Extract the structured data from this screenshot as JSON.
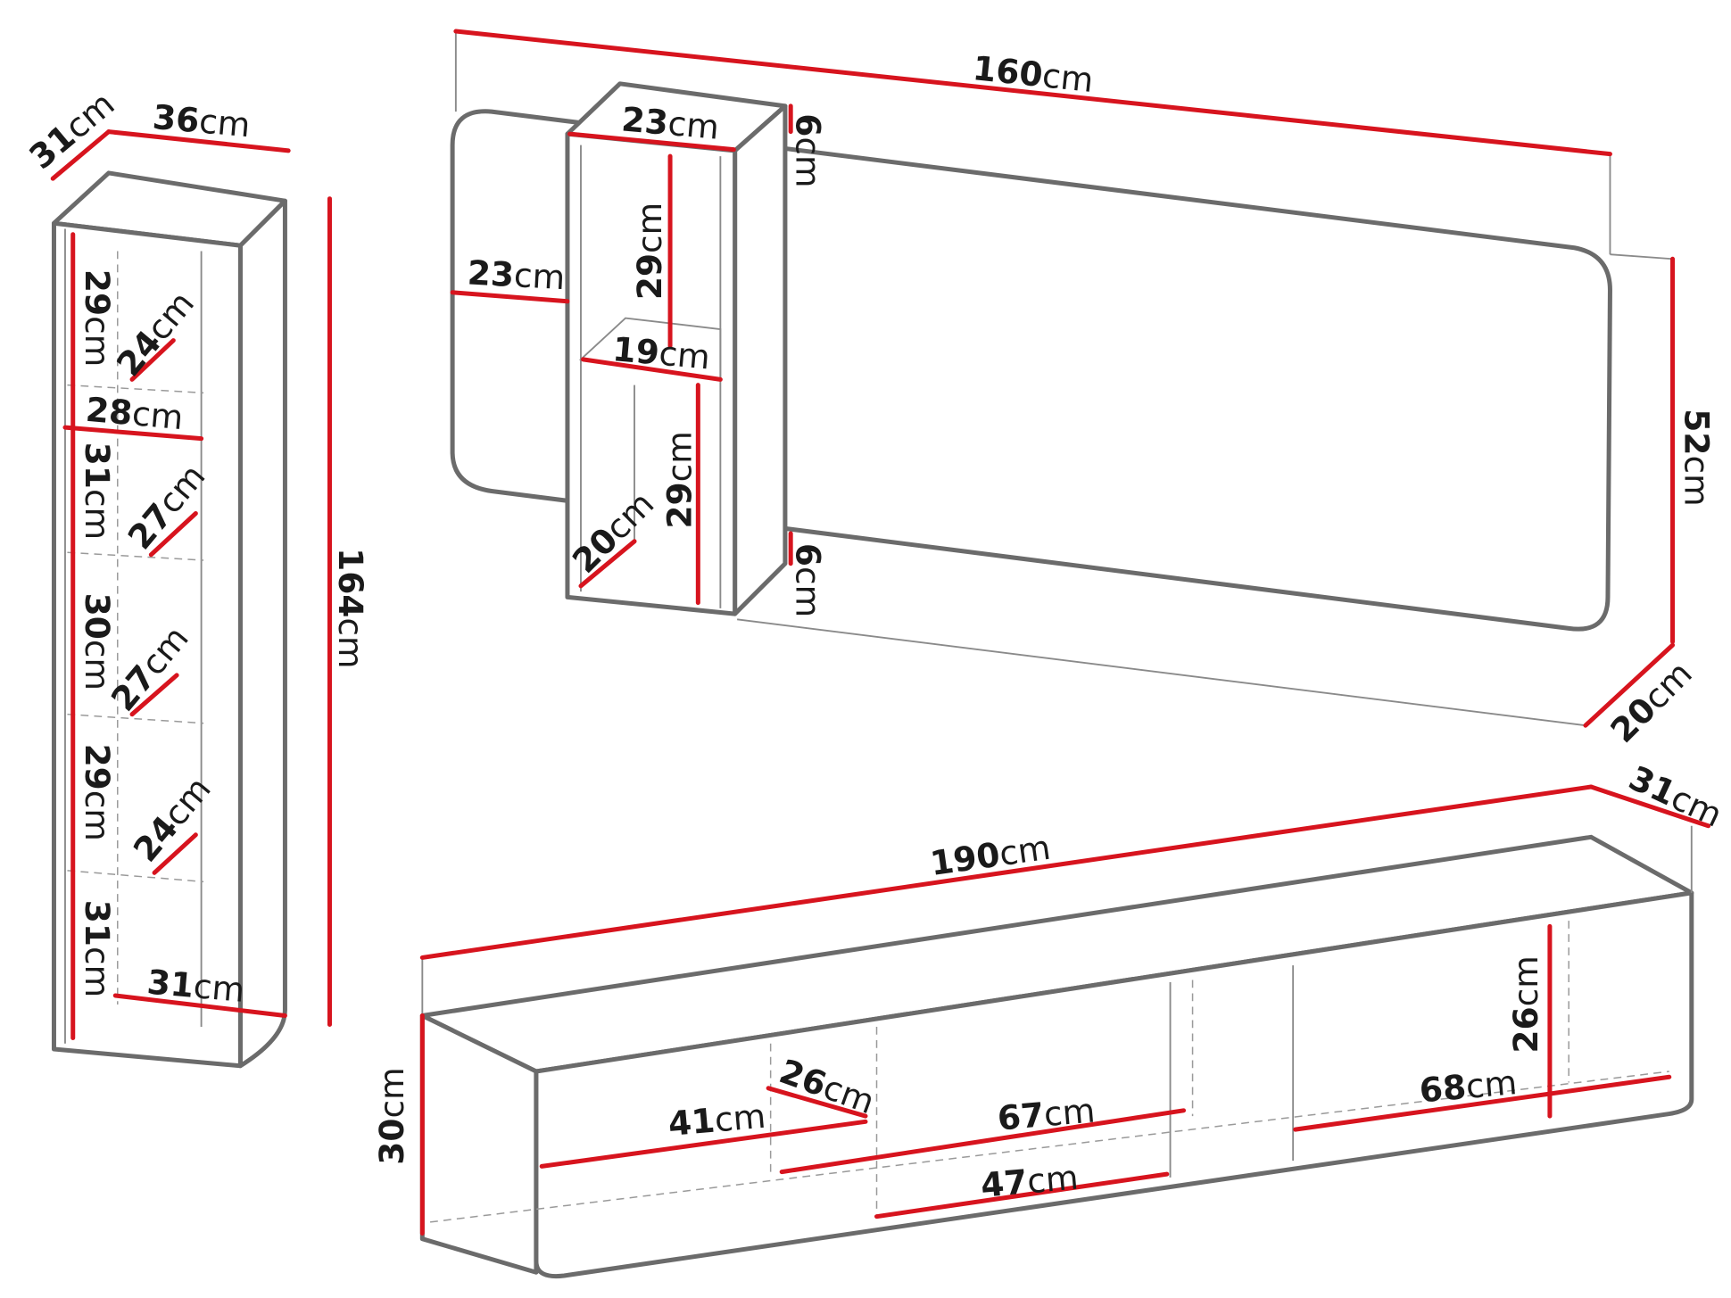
{
  "colors": {
    "dimension_line": "#d7141e",
    "outline": "#6b6b6b",
    "text": "#1a1a1a"
  },
  "unit": "cm",
  "tall_cabinet": {
    "labels": [
      "31",
      "36",
      "164",
      "29",
      "24",
      "28",
      "31",
      "27",
      "30",
      "27",
      "29",
      "24",
      "31",
      "31"
    ]
  },
  "wall_panel_with_shelf": {
    "labels": [
      "160",
      "23",
      "6",
      "23",
      "29",
      "19",
      "29",
      "20",
      "6",
      "52",
      "20"
    ]
  },
  "tv_stand": {
    "labels": [
      "190",
      "31",
      "30",
      "26",
      "41",
      "67",
      "47",
      "68",
      "26"
    ]
  }
}
